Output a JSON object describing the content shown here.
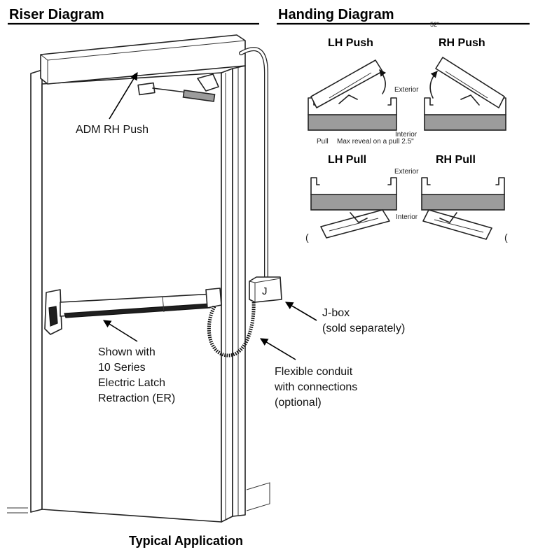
{
  "riser": {
    "title": "Riser Diagram",
    "operator_label": "ADM RH Push",
    "device_label_lines": [
      "Shown with",
      "10 Series",
      "Electric Latch",
      "Retraction (ER)"
    ],
    "jbox_letter": "J",
    "jbox_label_lines": [
      "J-box",
      "(sold separately)"
    ],
    "conduit_label_lines": [
      "Flexible conduit",
      "with connections",
      "(optional)"
    ],
    "caption": "Typical Application"
  },
  "handing": {
    "title": "Handing Diagram",
    "dimension": "52\"",
    "lh_push": "LH Push",
    "rh_push": "RH Push",
    "lh_pull": "LH Pull",
    "rh_pull": "RH Pull",
    "exterior_1": "Exterior",
    "interior_1": "Interior",
    "pull_note": "Pull",
    "reveal_note": "Max reveal on a pull 2.5\"",
    "exterior_2": "Exterior",
    "interior_2": "Interior",
    "paren_left": "(",
    "paren_right": "("
  }
}
